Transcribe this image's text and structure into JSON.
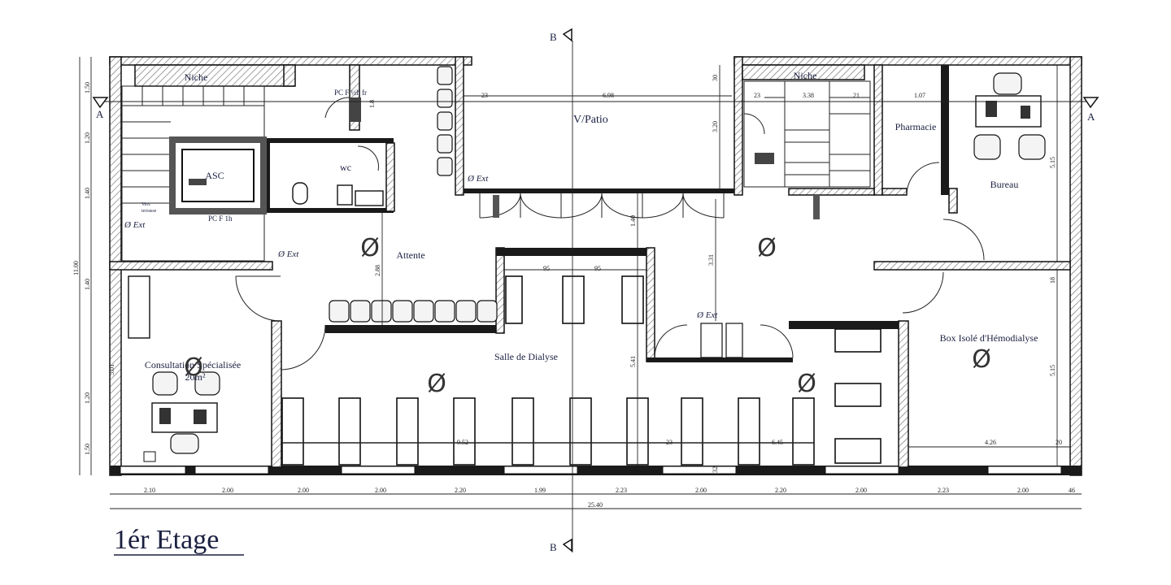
{
  "plan": {
    "title": "1ér Etage",
    "rooms": {
      "niche_left": "Niche",
      "niche_right": "Niche",
      "pcf_top": "PC F ½h fr",
      "pcf_asc": "PC F 1h",
      "asc": "ASC",
      "wc": "wc",
      "vers_terrasse_1": "Vers",
      "vers_terrasse_2": "terrasse",
      "patio": "V/Patio",
      "pharmacie": "Pharmacie",
      "bureau": "Bureau",
      "attente": "Attente",
      "salle_dialyse": "Salle de Dialyse",
      "consultation": "Consultation Spécialisée",
      "consultation_area": "20m²",
      "box_isole": "Box Isolé d'Hémodialyse"
    },
    "ext_labels": [
      "Ø Ext",
      "Ø Ext",
      "Ø Ext",
      "Ø Ext"
    ],
    "phi_symbol": "Ø",
    "section_markers": {
      "a_left": "A",
      "a_right": "A",
      "b_top": "B",
      "b_bottom": "B"
    },
    "dims_bottom": [
      "2.10",
      "2.00",
      "2.00",
      "2.00",
      "2.20",
      "1.99",
      "2.23",
      "2.00",
      "2.20",
      "2.00",
      "2.23",
      "2.00",
      "46"
    ],
    "dim_total": "25.40",
    "dims_left": [
      "1.50",
      "1.20",
      "1.40",
      "11.00",
      "1.40",
      "5.01",
      "1.20",
      "1.50"
    ],
    "dims_inner": {
      "patio_23": "23",
      "patio_width": "6.98",
      "patio_30": "30",
      "patio_height": "3.20",
      "niche_width": "3.38",
      "niche_21": "21",
      "niche_23": "23",
      "pharm_width": "1.07",
      "bureau_height": "5.15",
      "corr_height": "3.31",
      "gap_140": "1.40",
      "attente_height": "2.88",
      "seat_95_a": "95",
      "seat_95_b": "95",
      "salle_height": "5.41",
      "salle_width": "9.52",
      "box_dim_23": "23",
      "box_width": "6.45",
      "box_height": "5.15",
      "box_18": "18",
      "box_4_26": "4.26",
      "box_20": "20",
      "dim_18": "1.8",
      "small_32": "32"
    }
  }
}
